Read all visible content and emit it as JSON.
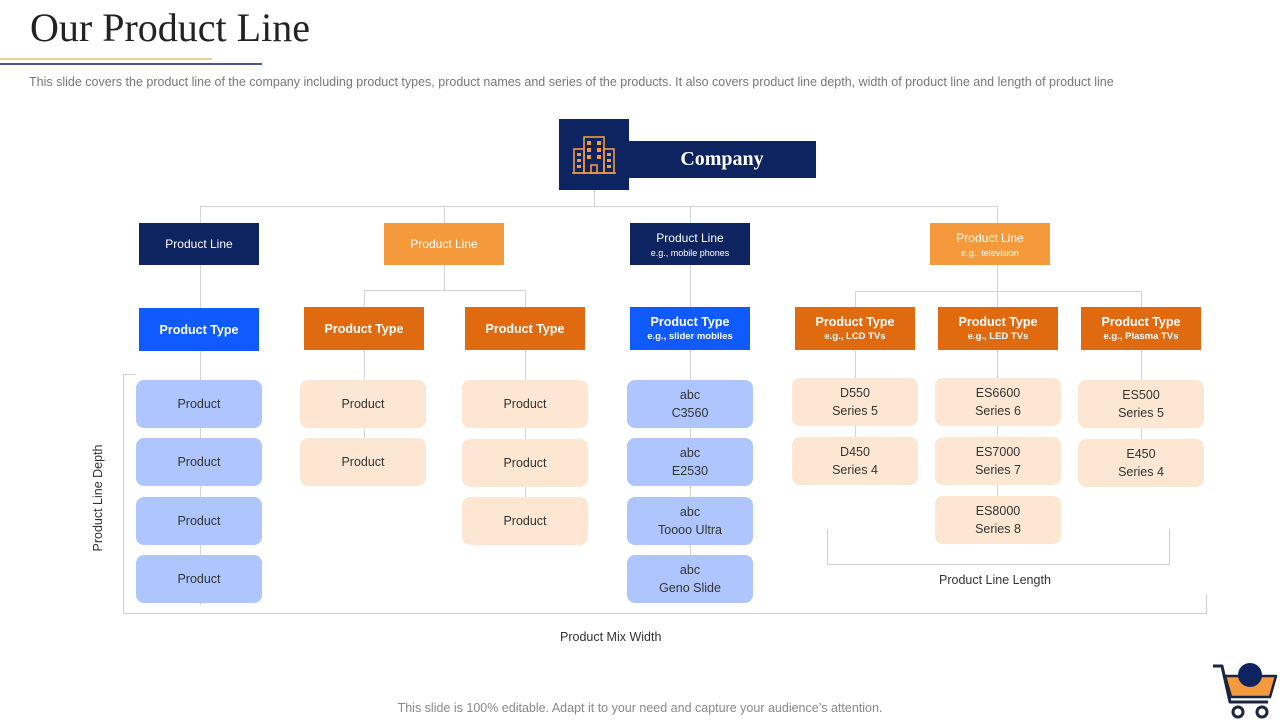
{
  "title": "Our Product Line",
  "subtitle": "This slide covers the product line of the company including product types,  product names and series of the products. It also covers  product line depth, width of product line and length of product line",
  "footer": "This slide is 100% editable. Adapt it to your need and capture your audience’s attention.",
  "company": "Company",
  "product_lines": [
    {
      "label": "Product Line",
      "example": ""
    },
    {
      "label": "Product Line",
      "example": ""
    },
    {
      "label": "Product Line",
      "example": "e.g., mobile phones"
    },
    {
      "label": "Product Line",
      "example": "e.g., television"
    }
  ],
  "product_types": [
    {
      "label": "Product Type",
      "example": ""
    },
    {
      "label": "Product Type",
      "example": ""
    },
    {
      "label": "Product Type",
      "example": ""
    },
    {
      "label": "Product Type",
      "example": "e.g., slider mobiles"
    },
    {
      "label": "Product Type",
      "example": "e.g., LCD TVs"
    },
    {
      "label": "Product Type",
      "example": "e.g., LED TVs"
    },
    {
      "label": "Product Type",
      "example": "e.g., Plasma TVs"
    }
  ],
  "items": [
    [
      {
        "l1": "Product",
        "l2": ""
      },
      {
        "l1": "Product",
        "l2": ""
      },
      {
        "l1": "Product",
        "l2": ""
      },
      {
        "l1": "Product",
        "l2": ""
      }
    ],
    [
      {
        "l1": "Product",
        "l2": ""
      },
      {
        "l1": "Product",
        "l2": ""
      }
    ],
    [
      {
        "l1": "Product",
        "l2": ""
      },
      {
        "l1": "Product",
        "l2": ""
      },
      {
        "l1": "Product",
        "l2": ""
      }
    ],
    [
      {
        "l1": "abc",
        "l2": "C3560"
      },
      {
        "l1": "abc",
        "l2": "E2530"
      },
      {
        "l1": "abc",
        "l2": "Toooo Ultra"
      },
      {
        "l1": "abc",
        "l2": "Geno Slide"
      }
    ],
    [
      {
        "l1": "D550",
        "l2": "Series 5"
      },
      {
        "l1": "D450",
        "l2": "Series 4"
      }
    ],
    [
      {
        "l1": "ES6600",
        "l2": "Series 6"
      },
      {
        "l1": "ES7000",
        "l2": "Series 7"
      },
      {
        "l1": "ES8000",
        "l2": "Series 8"
      }
    ],
    [
      {
        "l1": "ES500",
        "l2": "Series 5"
      },
      {
        "l1": "E450",
        "l2": "Series 4"
      }
    ]
  ],
  "labels": {
    "depth": "Product Line Depth",
    "length": "Product Line Length",
    "width": "Product Mix Width"
  },
  "icons": [
    "building-icon",
    "shopping-cart-icon"
  ],
  "colors": {
    "navy": "#0d2460",
    "orange": "#f59a3c",
    "dark_orange": "#df6a10",
    "blue": "#0f5bff",
    "light_blue": "#aec6fd",
    "peach": "#fde7d3"
  }
}
